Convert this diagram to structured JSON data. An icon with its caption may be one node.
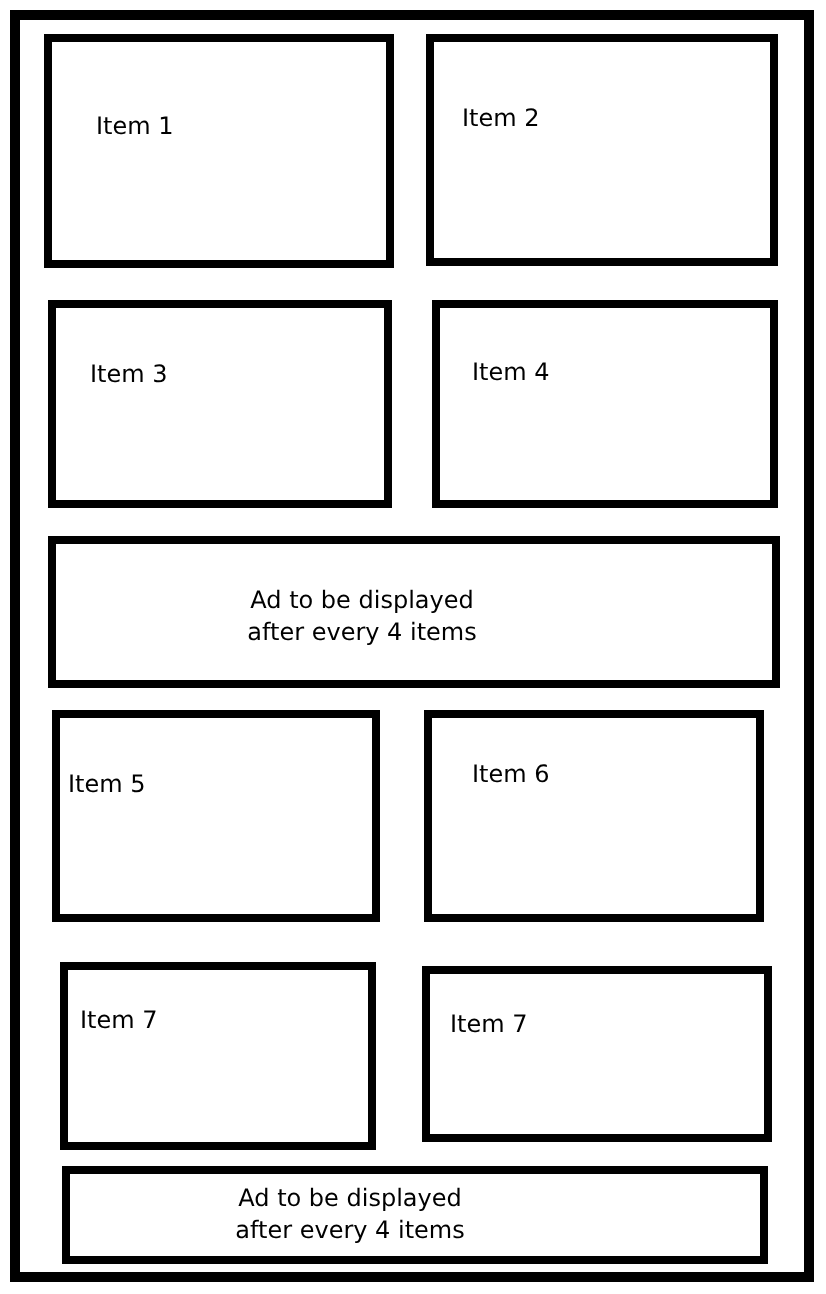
{
  "diagram": {
    "nodes": [
      {
        "text": [],
        "shape": "box"
      },
      {
        "text": [
          "Item 1"
        ],
        "in": 0
      },
      {
        "text": [
          "Item 2"
        ],
        "in": 0
      },
      {
        "text": [
          "Item 3"
        ],
        "in": 0
      },
      {
        "text": [
          "Item 4"
        ],
        "in": 0
      },
      {
        "text": [
          "Ad to be displayed after every 4 items"
        ],
        "in": 0
      },
      {
        "text": [
          "Item 5"
        ],
        "in": 0
      },
      {
        "text": [
          "Item 6"
        ],
        "in": 0
      },
      {
        "text": [
          "Item 7"
        ],
        "in": 0
      },
      {
        "text": [
          "Item 7"
        ],
        "in": 0
      },
      {
        "text": [
          "Ad to be displayed after every 4 items"
        ],
        "in": 0
      }
    ]
  }
}
